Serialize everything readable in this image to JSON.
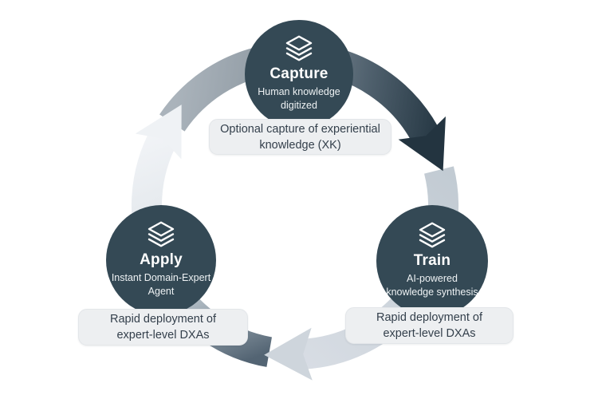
{
  "diagram": {
    "nodes": [
      {
        "id": "capture",
        "label": "Capture",
        "icon": "layers-icon",
        "subtitle_lines": [
          "Human knowledge",
          "digitized"
        ]
      },
      {
        "id": "train",
        "label": "Train",
        "icon": "layers-icon",
        "subtitle_lines": [
          "AI-powered",
          "knowledge synthesis"
        ]
      },
      {
        "id": "apply",
        "label": "Apply",
        "icon": "layers-icon",
        "subtitle_lines": [
          "Instant Domain-Expert",
          "Agent"
        ]
      }
    ],
    "callouts": [
      {
        "for": "capture",
        "lines": [
          "Optional capture of experiential",
          "knowledge (XK)"
        ]
      },
      {
        "for": "train",
        "lines": [
          "Rapid deployment of",
          "expert-level DXAs"
        ]
      },
      {
        "for": "apply",
        "lines": [
          "Rapid deployment of",
          "expert-level DXAs"
        ]
      }
    ],
    "cycle_order": [
      "Capture",
      "Train",
      "Apply"
    ],
    "colors": {
      "node_fill": "#344955",
      "node_text": "#ffffff",
      "arrow_dark": "#233440",
      "arrow_light_gray": "#ced5dc",
      "arrow_white": "#eff2f5",
      "callout_bg": "#edeff1",
      "callout_text": "#333f4b",
      "background": "#ffffff"
    }
  }
}
